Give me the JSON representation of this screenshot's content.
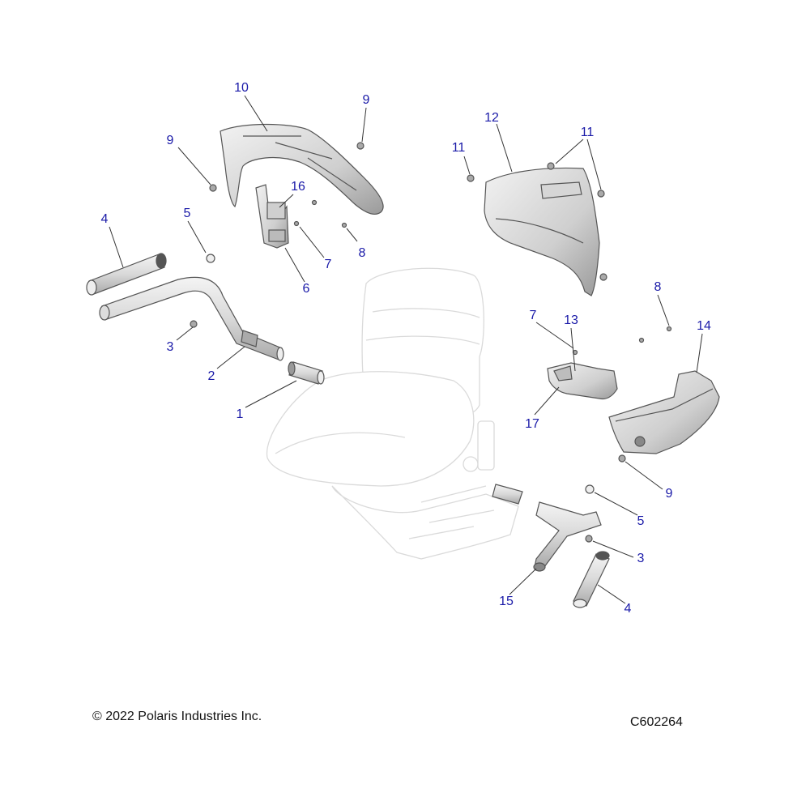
{
  "callouts": {
    "c1": "1",
    "c2": "2",
    "c3a": "3",
    "c3b": "3",
    "c4a": "4",
    "c4b": "4",
    "c5a": "5",
    "c5b": "5",
    "c6": "6",
    "c7a": "7",
    "c7b": "7",
    "c8a": "8",
    "c8b": "8",
    "c9a": "9",
    "c9b": "9",
    "c9c": "9",
    "c10": "10",
    "c11a": "11",
    "c11b": "11",
    "c12": "12",
    "c13": "13",
    "c14": "14",
    "c15": "15",
    "c16": "16",
    "c17": "17"
  },
  "footer": {
    "copyright": "© 2022 Polaris Industries Inc.",
    "drawing_number": "C602264"
  },
  "colors": {
    "callout": "#1a1aa8",
    "part_fill": "#e6e6e6",
    "ghost": "#dadada"
  }
}
